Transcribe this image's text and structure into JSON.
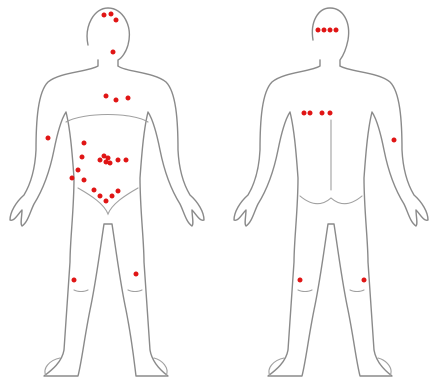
{
  "colors": {
    "background": "#ffffff",
    "outline": "#8a8a8a",
    "marker": "#e01515"
  },
  "figures": [
    {
      "id": "front",
      "view": "anterior"
    },
    {
      "id": "back",
      "view": "posterior"
    }
  ],
  "markers": {
    "front": [
      {
        "region": "head"
      },
      {
        "region": "head"
      },
      {
        "region": "head"
      },
      {
        "region": "neck"
      },
      {
        "region": "chest"
      },
      {
        "region": "chest"
      },
      {
        "region": "chest"
      },
      {
        "region": "right-elbow"
      },
      {
        "region": "abdomen"
      },
      {
        "region": "abdomen"
      },
      {
        "region": "abdomen"
      },
      {
        "region": "abdomen"
      },
      {
        "region": "abdomen"
      },
      {
        "region": "abdomen"
      },
      {
        "region": "abdomen"
      },
      {
        "region": "abdomen"
      },
      {
        "region": "abdomen"
      },
      {
        "region": "abdomen"
      },
      {
        "region": "abdomen"
      },
      {
        "region": "groin"
      },
      {
        "region": "groin"
      },
      {
        "region": "groin"
      },
      {
        "region": "groin"
      },
      {
        "region": "groin"
      },
      {
        "region": "groin"
      },
      {
        "region": "right-knee"
      },
      {
        "region": "left-knee"
      }
    ],
    "back": [
      {
        "region": "head"
      },
      {
        "region": "head"
      },
      {
        "region": "head"
      },
      {
        "region": "head"
      },
      {
        "region": "upper-back"
      },
      {
        "region": "upper-back"
      },
      {
        "region": "upper-back"
      },
      {
        "region": "upper-back"
      },
      {
        "region": "right-elbow"
      },
      {
        "region": "left-knee"
      },
      {
        "region": "right-knee"
      }
    ]
  }
}
